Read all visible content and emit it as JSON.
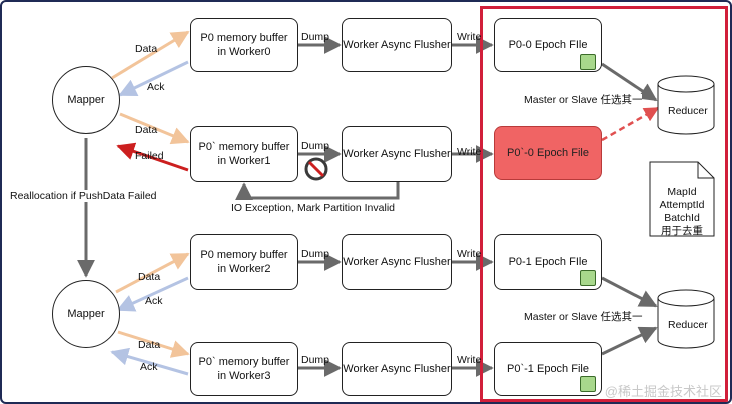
{
  "mapper_top": {
    "label": "Mapper"
  },
  "mapper_bottom": {
    "label": "Mapper"
  },
  "reducer_top": {
    "label": "Reducer"
  },
  "reducer_bottom": {
    "label": "Reducer"
  },
  "buffers": [
    {
      "label": "P0 memory buffer\nin Worker0"
    },
    {
      "label": "P0` memory buffer\nin Worker1"
    },
    {
      "label": "P0 memory buffer\nin Worker2"
    },
    {
      "label": "P0` memory buffer\nin Worker3"
    }
  ],
  "flushers": [
    {
      "label": "Worker Async Flusher"
    },
    {
      "label": "Worker Async Flusher"
    },
    {
      "label": "Worker Async Flusher"
    },
    {
      "label": "Worker Async Flusher"
    }
  ],
  "files": [
    {
      "label": "P0-0 Epoch FIle"
    },
    {
      "label": "P0`-0 Epoch File"
    },
    {
      "label": "P0-1 Epoch FIle"
    },
    {
      "label": "P0`-1 Epoch File"
    }
  ],
  "edge_labels": {
    "data1": "Data",
    "ack1": "Ack",
    "data2": "Data",
    "failed": "Failed",
    "data3": "Data",
    "ack3": "Ack",
    "data4": "Data",
    "ack4": "Ack",
    "dump1": "Dump",
    "dump2": "Dump",
    "dump3": "Dump",
    "dump4": "Dump",
    "write1": "Write",
    "write2": "Write",
    "write3": "Write",
    "write4": "Write",
    "reallocation": "Reallocation if PushData Failed",
    "io_exception": "IO Exception, Mark Partition Invalid",
    "master_slave_top": "Master or Slave 任选其一",
    "master_slave_bottom": "Master or Slave 任选其一"
  },
  "note": {
    "lines": "MapId\nAttemptId\nBatchId\n用于去重"
  },
  "watermark": "@稀土掘金技术社区",
  "colors": {
    "data_arrow": "#f2c49a",
    "ack_arrow": "#b4c3e3",
    "failed_arrow": "#cc1f1f",
    "flow_arrow": "#6a6a6a",
    "highlight_border": "#d11f3a",
    "failed_file_fill": "#f06464",
    "ok_square": "#a8d88c"
  }
}
